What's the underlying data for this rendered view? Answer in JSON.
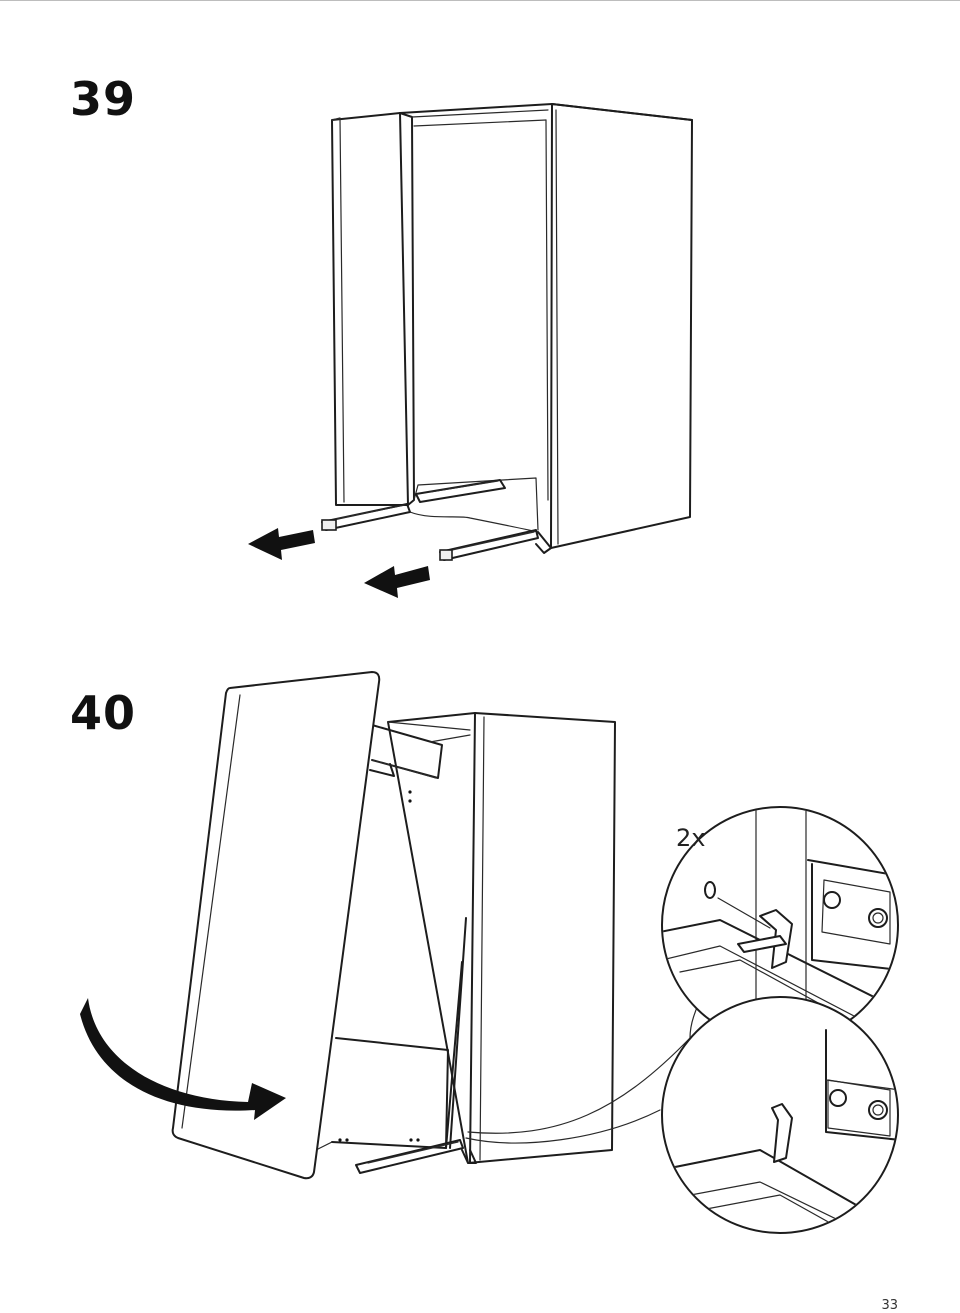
{
  "document": {
    "page_number": "33",
    "steps": [
      {
        "number": "39"
      },
      {
        "number": "40",
        "detail_quantity": "2x"
      }
    ]
  }
}
